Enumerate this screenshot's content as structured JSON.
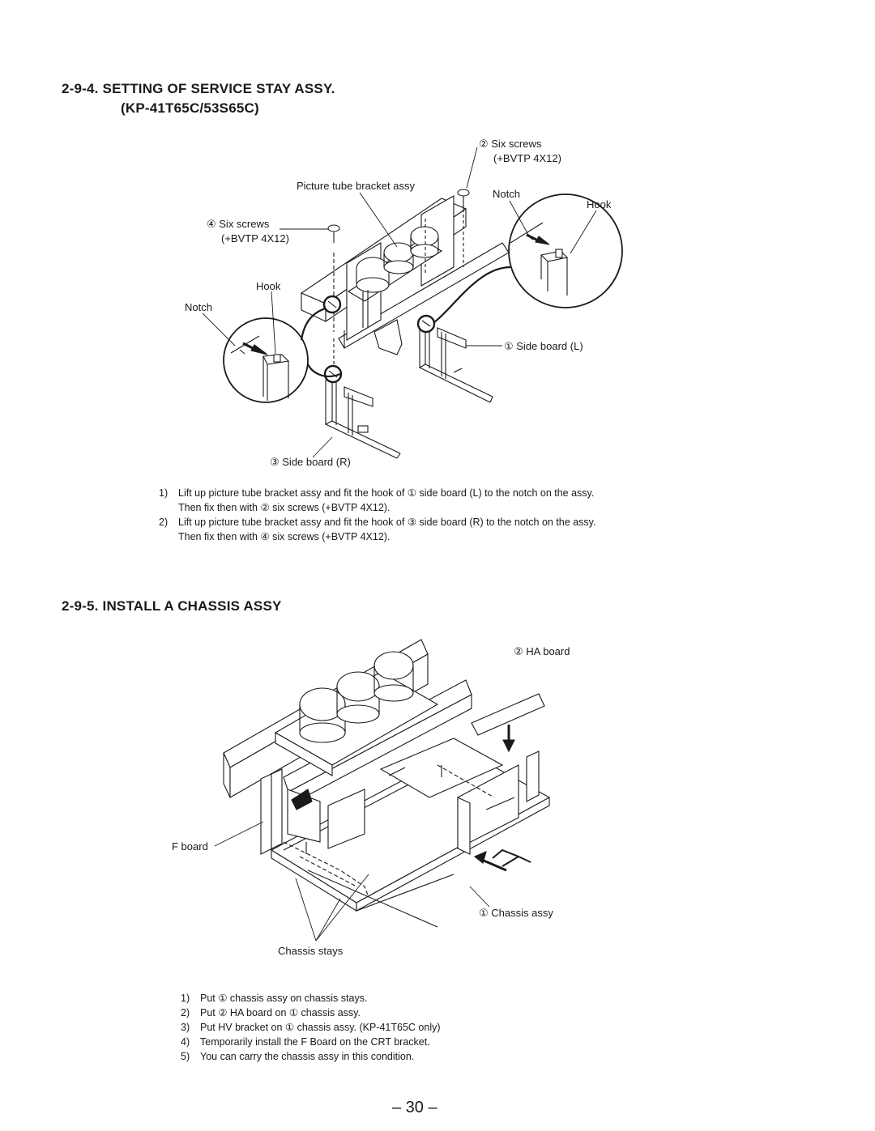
{
  "section1": {
    "title_line1": "2-9-4.  SETTING OF SERVICE STAY ASSY.",
    "title_line2": "(KP-41T65C/53S65C)",
    "labels": {
      "six_screws_top": "② Six screws",
      "bvtp_top": "(+BVTP 4X12)",
      "picture_tube_bracket": "Picture tube bracket assy",
      "notch_right": "Notch",
      "hook_right": "Hook",
      "six_screws_left": "④ Six screws",
      "bvtp_left": "(+BVTP 4X12)",
      "hook_left": "Hook",
      "notch_left": "Notch",
      "side_board_l": "① Side board (L)",
      "side_board_r": "③ Side board (R)"
    },
    "steps": [
      {
        "num": "1)",
        "line1": "Lift up picture tube bracket assy and fit the hook of ① side board (L) to the notch on the assy.",
        "line2": "Then fix then with ② six screws (+BVTP 4X12)."
      },
      {
        "num": "2)",
        "line1": "Lift up picture tube bracket assy and fit the hook of ③ side board (R) to the notch on the assy.",
        "line2": "Then fix then with ④ six screws (+BVTP 4X12)."
      }
    ]
  },
  "section2": {
    "title": "2-9-5.  INSTALL A CHASSIS ASSY",
    "labels": {
      "ha_board": "② HA board",
      "f_board": "F board",
      "chassis_assy": "① Chassis assy",
      "chassis_stays": "Chassis stays"
    },
    "steps": [
      {
        "num": "1)",
        "text": "Put ① chassis assy on chassis stays."
      },
      {
        "num": "2)",
        "text": "Put ② HA board on ① chassis assy."
      },
      {
        "num": "3)",
        "text": "Put HV bracket on ① chassis assy. (KP-41T65C only)"
      },
      {
        "num": "4)",
        "text": "Temporarily install the F Board on the CRT bracket."
      },
      {
        "num": "5)",
        "text": "You can carry the chassis assy in this condition."
      }
    ]
  },
  "page_number": "– 30 –"
}
